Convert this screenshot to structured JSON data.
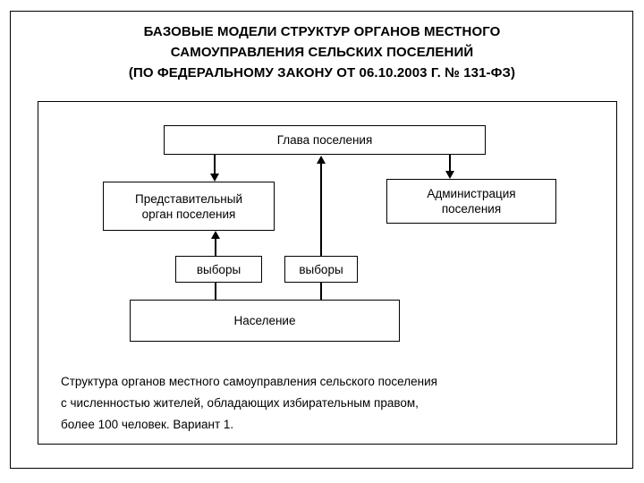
{
  "title": {
    "line1": "БАЗОВЫЕ МОДЕЛИ СТРУКТУР ОРГАНОВ МЕСТНОГО",
    "line2": "САМОУПРАВЛЕНИЯ СЕЛЬСКИХ ПОСЕЛЕНИЙ",
    "line3": "(ПО ФЕДЕРАЛЬНОМУ ЗАКОНУ ОТ 06.10.2003 Г. № 131-ФЗ)"
  },
  "diagram": {
    "nodes": {
      "head": {
        "label": "Глава поселения"
      },
      "representative": {
        "line1": "Представительный",
        "line2": "орган поселения"
      },
      "administration": {
        "line1": "Администрация",
        "line2": "поселения"
      },
      "elections_left": {
        "label": "выборы"
      },
      "elections_right": {
        "label": "выборы"
      },
      "population": {
        "label": "Население"
      }
    }
  },
  "caption": {
    "line1": "Структура органов местного самоуправления сельского поселения",
    "line2": "с численностью жителей, обладающих избирательным правом,",
    "line3": "более 100 человек. Вариант 1."
  },
  "colors": {
    "stroke": "#000000",
    "text": "#000000",
    "background": "#ffffff"
  }
}
